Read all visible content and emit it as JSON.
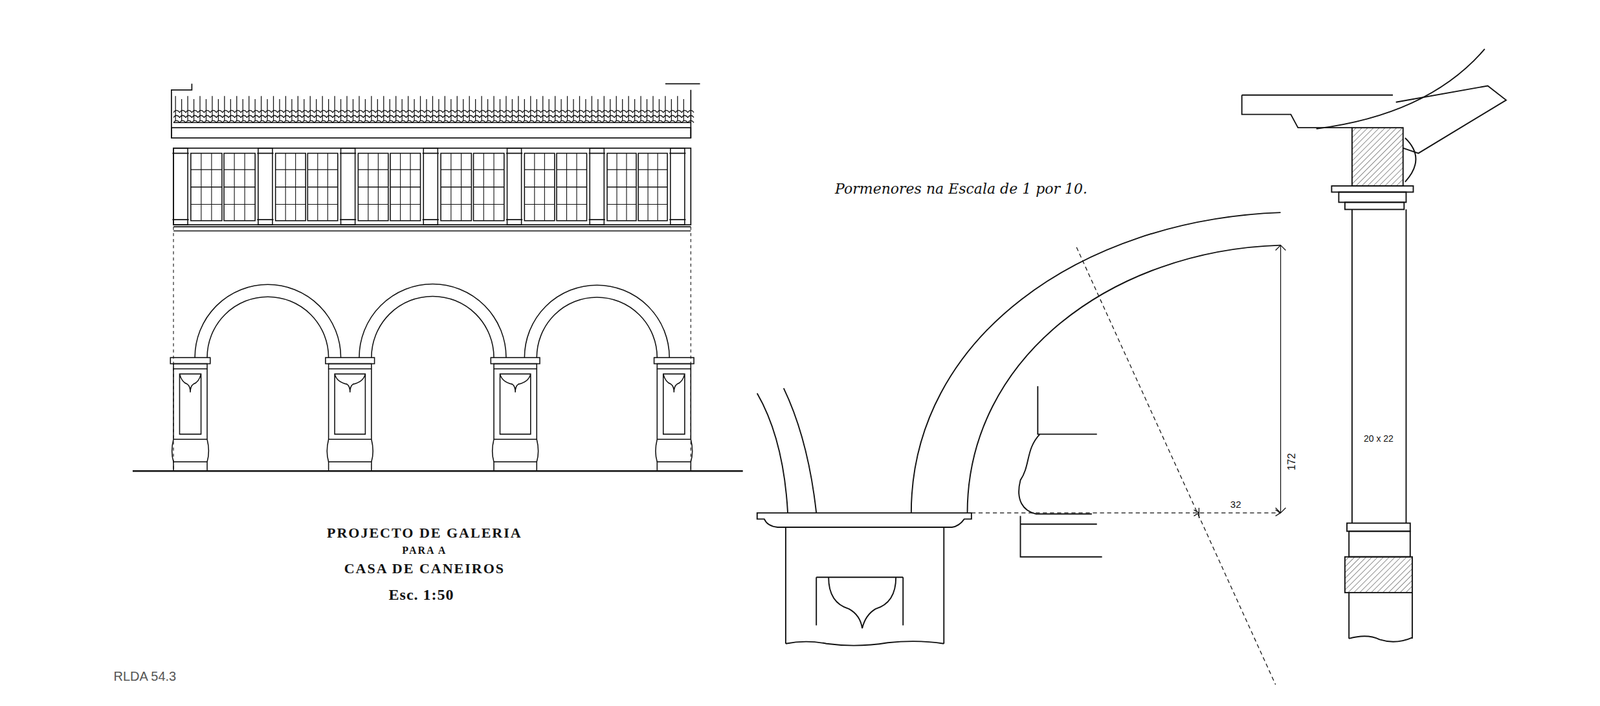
{
  "diagram": {
    "labels": [
      "PROJECTO DE GALERIA",
      "PARA A",
      "CASA DE CANEIROS",
      "Esc. 1:50",
      "Pormenores na Escala de 1 por 10.",
      "172",
      "32",
      "20 x 22",
      "RLDA 54.3"
    ]
  }
}
